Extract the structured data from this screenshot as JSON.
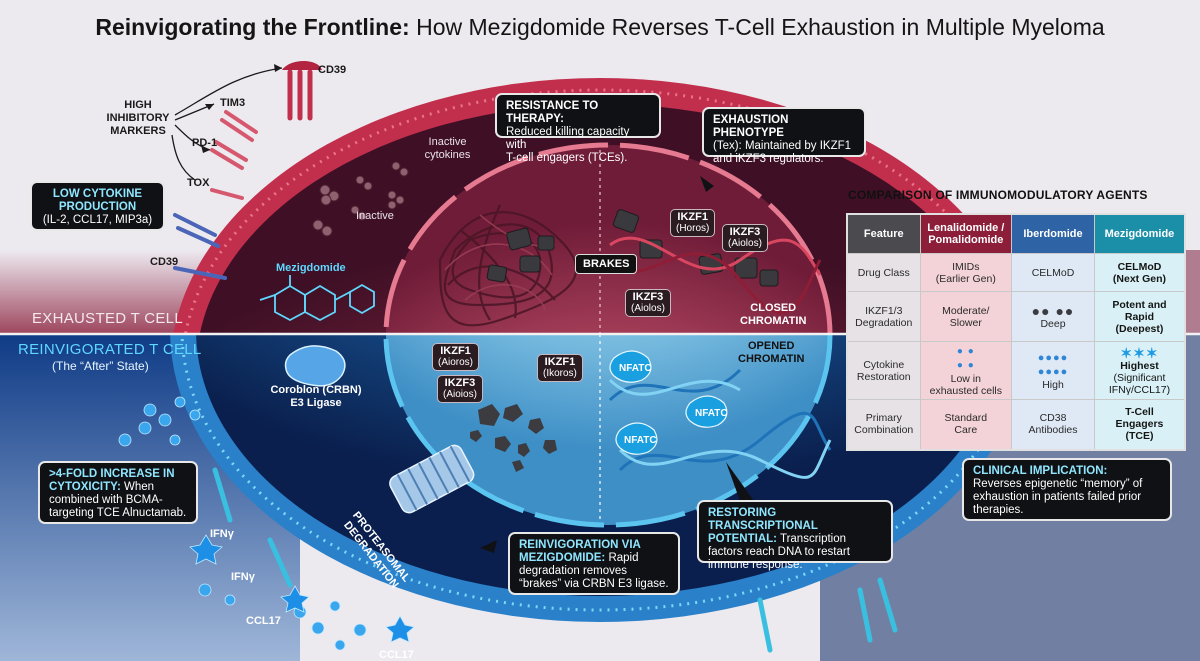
{
  "title": {
    "bold": "Reinvigorating the Frontline:",
    "rest": " How Mezigdomide Reverses T-Cell Exhaustion in Multiple Myeloma"
  },
  "markers": {
    "heading": [
      "HIGH",
      "INHIBITORY",
      "MARKERS"
    ],
    "cd39_top": "CD39",
    "tim3": "TIM3",
    "pd1": "PD-1",
    "tox": "TOX",
    "cd39_bottom": "CD39"
  },
  "low_cytokine": {
    "heading": [
      "LOW CYTOKINE",
      "PRODUCTION"
    ],
    "detail": "(IL-2, CCL17, MIP3a)"
  },
  "exhausted": {
    "inactive_cytokines": [
      "Inactive",
      "cytokines"
    ],
    "inactive": "Inactive",
    "drug_label": "Mezigdomide",
    "cell_label": "EXHAUSTED T CELL",
    "brakes": "BRAKES",
    "closed_chromatin": [
      "CLOSED",
      "CHROMATIN"
    ],
    "ikzf1_tag": {
      "name": "IKZF1",
      "alias": "(Horos)"
    },
    "ikzf3_tag_a": {
      "name": "IKZF3",
      "alias": "(Aiolos)"
    },
    "ikzf3_tag_b": {
      "name": "IKZF3",
      "alias": "(Aiolos)"
    }
  },
  "resistance": {
    "heading": "RESISTANCE TO THERAPY:",
    "body": [
      "Reduced killing capacity with",
      "T-cell engagers (TCEs)."
    ]
  },
  "exhaustion_phenotype": {
    "heading": "EXHAUSTION PHENOTYPE",
    "body": [
      "(Tex): Maintained by IKZF1",
      "and iKZF3 regulators."
    ]
  },
  "reinvigorated": {
    "cell_label": "REINVIGORATED T CELL",
    "subtitle": "(The “After” State)",
    "crbn": [
      "Coroblon (CRBN)",
      "E3 Ligase"
    ],
    "opened_chromatin": [
      "OPENED",
      "CHROMATIN"
    ],
    "ikzf1_a": {
      "name": "IKZF1",
      "alias": "(Aioros)"
    },
    "ikzf3": {
      "name": "IKZF3",
      "alias": "(Aioios)"
    },
    "ikzf1_b": {
      "name": "IKZF1",
      "alias": "(Ikoros)"
    },
    "nfatc": "NFATC",
    "proteasomal": [
      "PROTEASOMAL",
      "DEGRADATION"
    ],
    "ifng_a": "IFNγ",
    "ifng_b": "IFNγ",
    "ccl17_a": "CCL17",
    "ccl17_b": "CCL17"
  },
  "cytotoxicity": {
    "heading": [
      ">4-FOLD INCREASE IN",
      "CYTOXICITY:"
    ],
    "body": [
      " When",
      "combined with BCMA-",
      "targeting TCE Alnuctamab."
    ]
  },
  "reinvigoration": {
    "heading": [
      "REINVIGORATION VIA",
      "MEZIGDOMIDE:"
    ],
    "body": [
      " Rapid",
      "degradation removes",
      "“brakes” via CRBN E3 ligase."
    ]
  },
  "restoring": {
    "heading": [
      "RESTORING TRANSCRIPTIONAL",
      "POTENTIAL:"
    ],
    "body": [
      " Transcription",
      "factors reach DNA to restart",
      "immune response."
    ]
  },
  "clinical": {
    "heading": "CLINICAL IMPLICATION:",
    "body": [
      "Reverses epigenetic “memory” of",
      "exhaustion in patients failed prior",
      "therapies."
    ]
  },
  "comparison": {
    "title": "COMPARISON OF IMMUNOMODULATORY AGENTS",
    "headers": [
      "Feature",
      "Lenalidomide / Pomalidomide",
      "Iberdomide",
      "Mezigdomide"
    ],
    "rows": [
      {
        "feature": "Drug Class",
        "lena": [
          "IMIDs",
          "(Earlier Gen)"
        ],
        "iber": [
          "CELMoD"
        ],
        "mezi": [
          "CELMoD",
          "(Next Gen)"
        ]
      },
      {
        "feature": "IKZF1/3 Degradation",
        "lena": [
          "Moderate/",
          "Slower"
        ],
        "iber": [
          "Deep"
        ],
        "mezi": [
          "Potent and",
          "Rapid",
          "(Deepest)"
        ]
      },
      {
        "feature": "Cytokine Restoration",
        "lena": [
          "Low in",
          "exhausted cells"
        ],
        "iber": [
          "High"
        ],
        "mezi": [
          "Highest",
          "(Significant",
          "IFNγ/CCL17)"
        ]
      },
      {
        "feature": "Primary Combination",
        "lena": [
          "Standard",
          "Care"
        ],
        "iber": [
          "CD38",
          "Antibodies"
        ],
        "mezi": [
          "T-Cell",
          "Engagers",
          "(TCE)"
        ]
      }
    ]
  },
  "colors": {
    "exhausted_bg": "#5e1b33",
    "membrane_red": "#b52a45",
    "reinvigorated_bg": "#0f2c63",
    "membrane_blue": "#1e7fc4",
    "accent_cyan": "#5fd8ff"
  }
}
